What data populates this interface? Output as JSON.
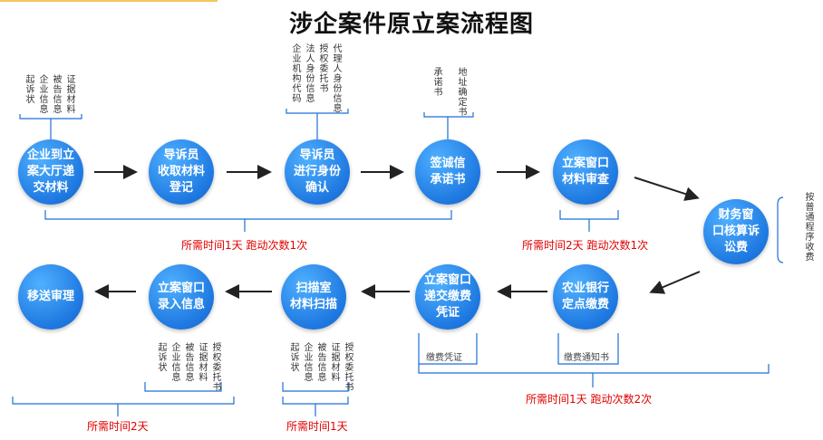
{
  "title": "涉企案件原立案流程图",
  "nodes": {
    "n1": "企业到立\n案大厅递\n交材料",
    "n2": "导诉员\n收取材料\n登记",
    "n3": "导诉员\n进行身份\n确认",
    "n4": "签诚信\n承诺书",
    "n5": "立案窗口\n材料审查",
    "n6": "财务窗\n口核算诉\n讼费",
    "n7": "农业银行\n定点缴费",
    "n8": "立案窗口\n递交缴费\n凭证",
    "n9": "扫描室\n材料扫描",
    "n10": "立案窗口\n录入信息",
    "n11": "移送审理"
  },
  "docs": {
    "d1": [
      "起诉状",
      "企业信息",
      "被告信息",
      "证据材料"
    ],
    "d3": [
      "企业机构代码",
      "法人身份信息",
      "授权委托书",
      "代理人身份信息"
    ],
    "d4": [
      "承诺书",
      "地址确定书"
    ],
    "d6": [
      "按普通程序收费"
    ],
    "d7": "缴费通知书",
    "d8": "缴费凭证",
    "d9": [
      "起诉状",
      "企业信息",
      "被告信息",
      "证据材料",
      "授权委托书"
    ],
    "d10": [
      "起诉状",
      "企业信息",
      "被告信息",
      "证据材料",
      "授权委托书"
    ]
  },
  "times": {
    "t1": "所需时间1天  跑动次数1次",
    "t2": "所需时间2天  跑动次数1次",
    "t3": "所需时间1天  跑动次数2次",
    "t4": "所需时间2天",
    "t5": "所需时间1天"
  },
  "colors": {
    "node": "#1e78e0",
    "line": "#1e6fd9",
    "arrow": "#222222",
    "time": "#e00000"
  }
}
